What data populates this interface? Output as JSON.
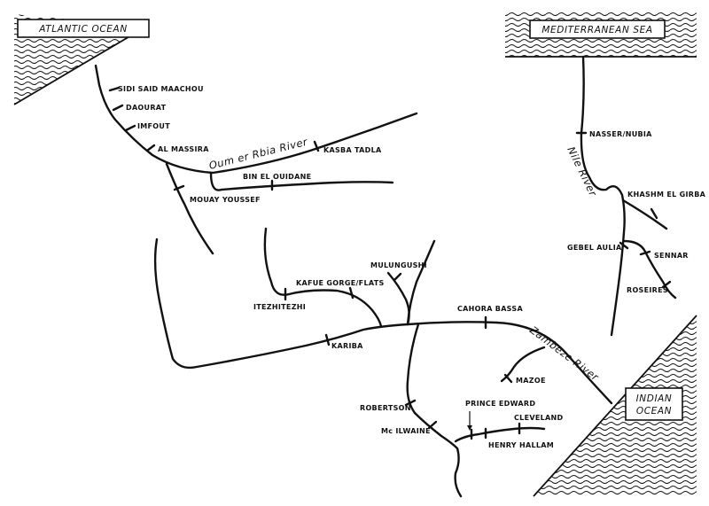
{
  "oceans": {
    "atlantic": "ATLANTIC OCEAN",
    "mediterranean": "MEDITERRANEAN SEA",
    "indian_line1": "INDIAN",
    "indian_line2": "OCEAN"
  },
  "rivers": {
    "oum_er_rbia": "Oum er Rbia River",
    "nile": "Nile River",
    "zambeze": "Zambeze River"
  },
  "dams": {
    "sidi_said_maachou": "SIDI SAID MAACHOU",
    "daourat": "DAOURAT",
    "imfout": "IMFOUT",
    "al_massira": "AL MASSIRA",
    "kasba_tadla": "KASBA TADLA",
    "bin_el_ouidane": "BIN EL OUIDANE",
    "mouay_youssef": "MOUAY YOUSSEF",
    "nasser_nubia": "NASSER/NUBIA",
    "khashm_el_girba": "KHASHM EL GIRBA",
    "gebel_aulia": "GEBEL AULIA",
    "sennar": "SENNAR",
    "roseires": "ROSEIRES",
    "mulungushi": "MULUNGUSHI",
    "kafue_gorge_flats": "KAFUE GORGE/FLATS",
    "itezhitezhi": "ITEZHITEZHI",
    "cahora_bassa": "CAHORA BASSA",
    "kariba": "KARIBA",
    "mazoe": "MAZOE",
    "robertson": "ROBERTSON",
    "prince_edward": "PRINCE EDWARD",
    "cleveland": "CLEVELAND",
    "mc_ilwaine": "Mc ILWAINE",
    "henry_hallam": "HENRY HALLAM"
  }
}
